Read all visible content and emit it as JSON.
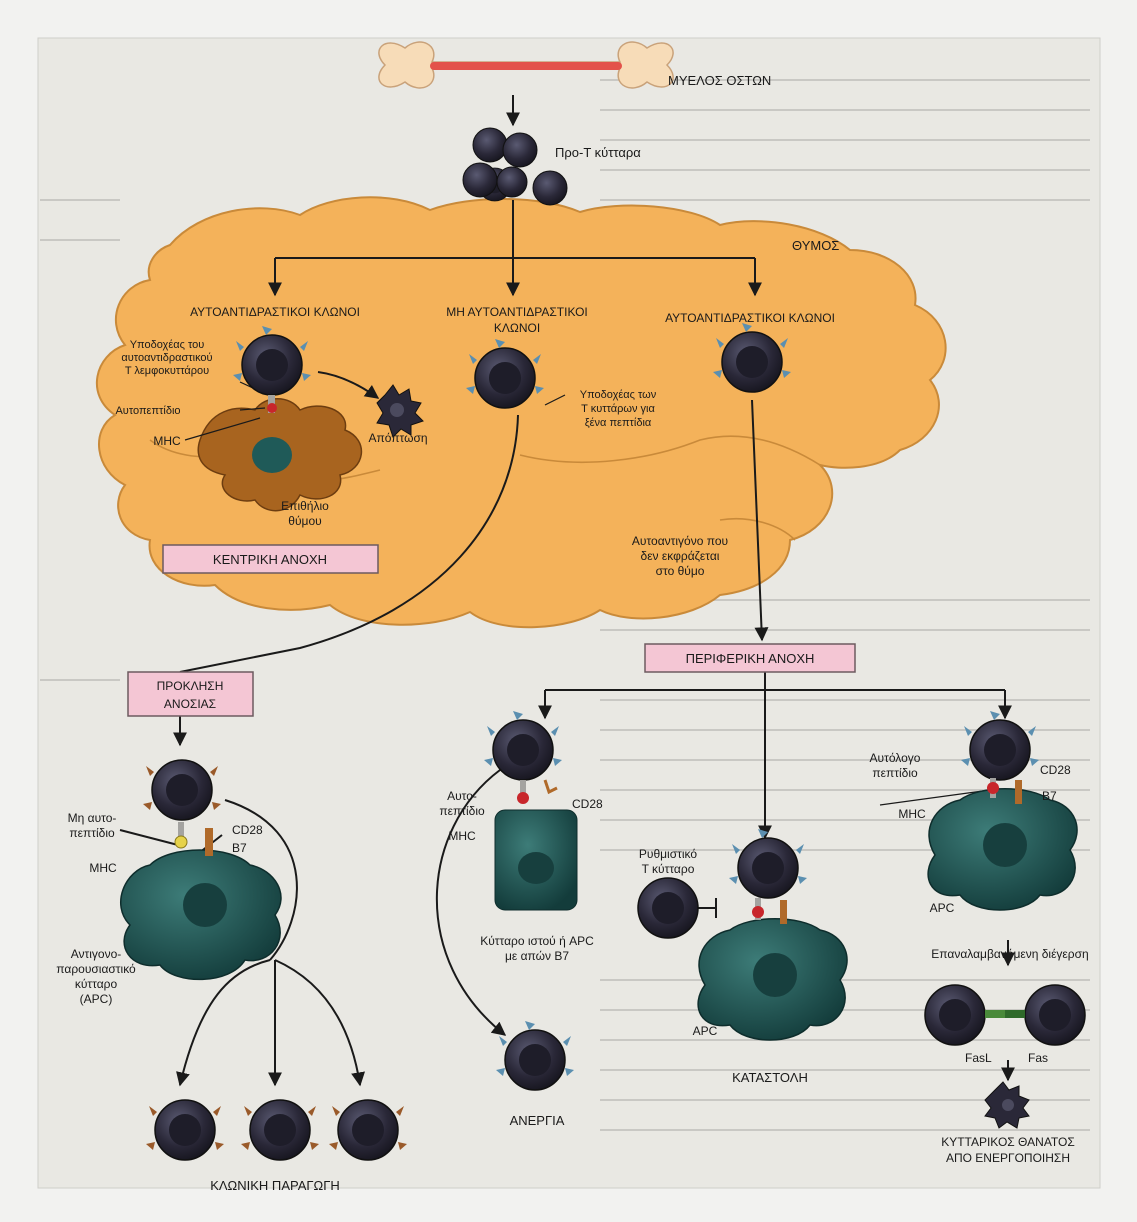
{
  "labels": {
    "bone_marrow": "ΜΥΕΛΟΣ ΟΣΤΩΝ",
    "pre_t_cells": "Προ-Τ κύτταρα",
    "thymus": "ΘΥΜΟΣ",
    "autoreactive_clones_left": "ΑΥΤΟΑΝΤΙΔΡΑΣΤΙΚΟΙ ΚΛΩΝΟΙ",
    "non_autoreactive_1": "ΜΗ ΑΥΤΟΑΝΤΙΔΡΑΣΤΙΚΟΙ",
    "non_autoreactive_2": "ΚΛΩΝΟΙ",
    "autoreactive_clones_right": "ΑΥΤΟΑΝΤΙΔΡΑΣΤΙΚΟΙ ΚΛΩΝΟΙ",
    "receptor_1": "Υποδοχέας του",
    "receptor_2": "αυτοαντιδραστικού",
    "receptor_3": "Τ λεμφοκυττάρου",
    "self_peptide": "Αυτοπεπτίδιο",
    "mhc": "MHC",
    "apoptosis": "Απόπτωση",
    "epithelium_1": "Επιθήλιο",
    "epithelium_2": "θύμου",
    "foreign_receptor_1": "Υποδοχέας των",
    "foreign_receptor_2": "Τ κυττάρων για",
    "foreign_receptor_3": "ξένα πεπτίδια",
    "central_tolerance": "ΚΕΝΤΡΙΚΗ ΑΝΟΧΗ",
    "self_antigen_1": "Αυτοαντιγόνο που",
    "self_antigen_2": "δεν εκφράζεται",
    "self_antigen_3": "στο θύμο",
    "peripheral_tolerance": "ΠΕΡΙΦΕΡΙΚΗ ΑΝΟΧΗ",
    "immunity_1": "ΠΡΟΚΛΗΣΗ",
    "immunity_2": "ΑΝΟΣΙΑΣ",
    "non_self_1": "Μη αυτο-",
    "non_self_2": "πεπτίδιο",
    "cd28": "CD28",
    "b7": "B7",
    "apc_1": "Αντιγονο-",
    "apc_2": "παρουσιαστικό",
    "apc_3": "κύτταρο",
    "apc_4": "(APC)",
    "auto_1": "Αυτο-",
    "auto_2": "πεπτίδιο",
    "tissue_1": "Κύτταρο ιστού ή APC",
    "tissue_2": "με απών B7",
    "anergy": "ΑΝΕΡΓΙΑ",
    "regulatory_1": "Ρυθμιστικό",
    "regulatory_2": "Τ κύτταρο",
    "apc": "APC",
    "suppression": "ΚΑΤΑΣΤΟΛΗ",
    "autologous_1": "Αυτόλογο",
    "autologous_2": "πεπτίδιο",
    "repeated": "Επαναλαμβανόμενη διέγερση",
    "fasl": "FasL",
    "fas": "Fas",
    "death_1": "ΚΥΤΤΑΡΙΚΟΣ ΘΑΝΑΤΟΣ",
    "death_2": "ΑΠΟ ΕΝΕΡΓΟΠΟΙΗΣΗ",
    "clonal": "ΚΛΩΝΙΚΗ ΠΑΡΑΓΩΓΗ"
  },
  "colors": {
    "thymus_fill": "#f4b25a",
    "tcell": "#2a2838",
    "apc_fill": "#1f5a58",
    "receptor": "#5b8fb0",
    "box_fill": "#f4c6d4",
    "bone_fill": "#f7dcb8",
    "marrow": "#e3524a"
  }
}
